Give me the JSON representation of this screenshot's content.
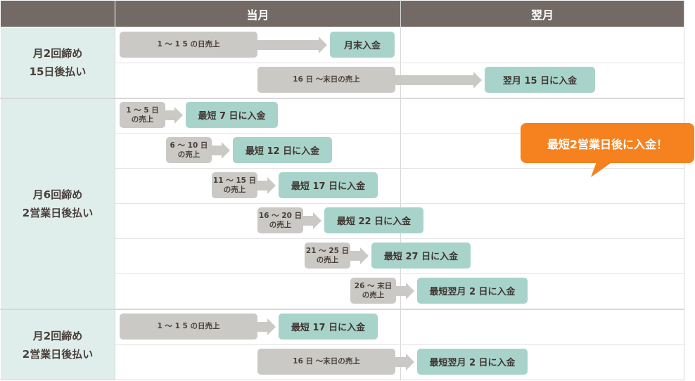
{
  "header": {
    "current_month": "当月",
    "next_month": "翌月"
  },
  "groups": [
    {
      "label": "月2回締め\n15日後払い"
    },
    {
      "label": "月6回締め\n2営業日後払い"
    },
    {
      "label": "月2回締め\n2営業日後払い"
    }
  ],
  "rows": [
    {
      "sales": "1 ～ 1 5 の日売上",
      "payment": "月末入金"
    },
    {
      "sales": "16 日 ～末日の売上",
      "payment": "翌月 15 日に入金"
    },
    {
      "sales": "1 ～ 5 日\nの売上",
      "payment": "最短 7 日に入金"
    },
    {
      "sales": "6 ～ 10 日\nの売上",
      "payment": "最短 12 日に入金"
    },
    {
      "sales": "11 ～ 15 日\nの売上",
      "payment": "最短 17 日に入金"
    },
    {
      "sales": "16 ～ 20 日\nの売上",
      "payment": "最短 22 日に入金"
    },
    {
      "sales": "21 ～ 25 日\nの売上",
      "payment": "最短 27 日に入金"
    },
    {
      "sales": "26 ～ 末日\nの売上",
      "payment": "最短翌月 2 日に入金"
    },
    {
      "sales": "1 ～ 1 5 の日売上",
      "payment": "最短 17 日に入金"
    },
    {
      "sales": "16 日 ～末日の売上",
      "payment": "最短翌月 2 日に入金"
    }
  ],
  "callout": {
    "text": "最短2営業日後に入金！"
  },
  "colors": {
    "header": "#736a66",
    "label_bg": "#dfeeeb",
    "sales_box": "#cbc9c5",
    "payment_box": "#a8d3cb",
    "callout": "#f5821f"
  }
}
